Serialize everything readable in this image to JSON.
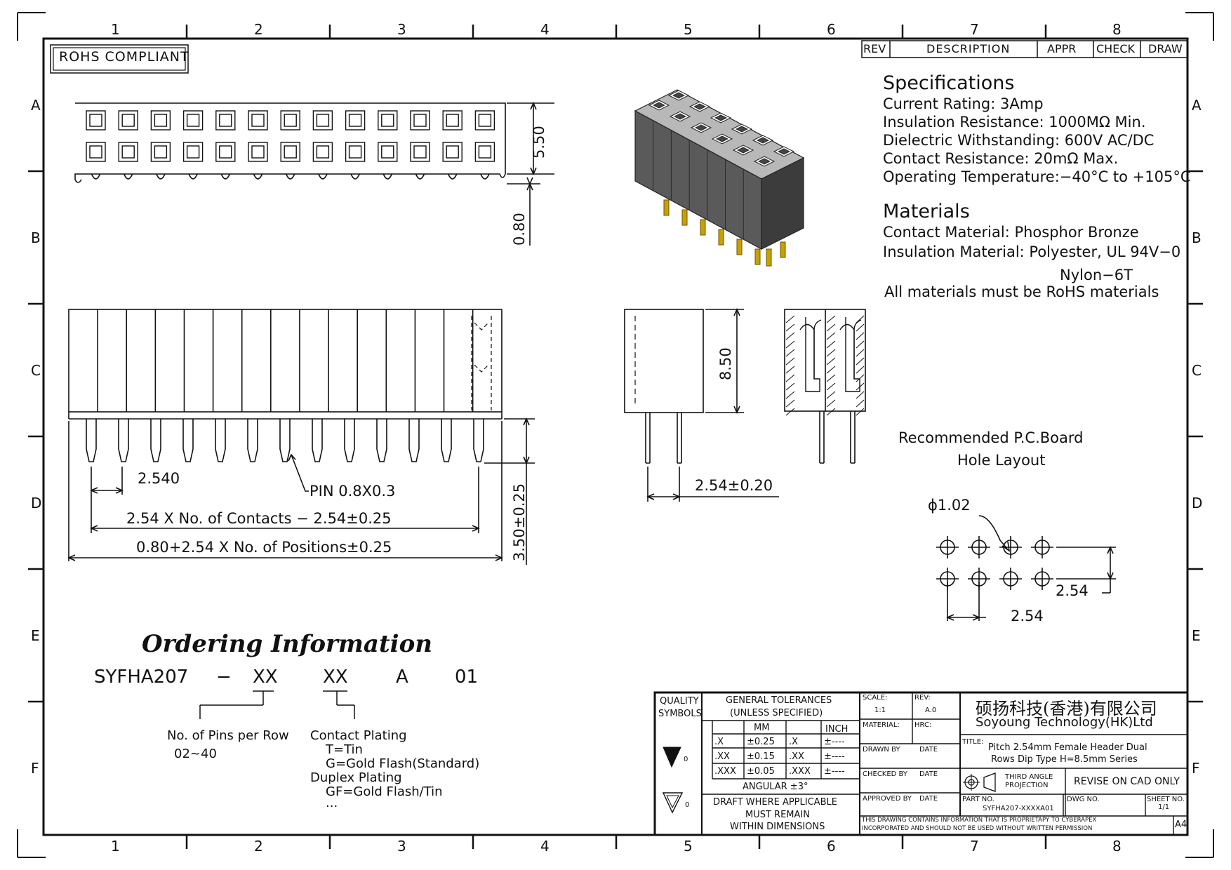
{
  "border": {
    "columns": [
      "1",
      "2",
      "3",
      "4",
      "5",
      "6",
      "7",
      "8"
    ],
    "rows": [
      "A",
      "B",
      "C",
      "D",
      "E",
      "F"
    ]
  },
  "rohs_label": "ROHS COMPLIANT",
  "revision_table": {
    "rev": "REV",
    "description": "DESCRIPTION",
    "appr": "APPR",
    "check": "CHECK",
    "draw": "DRAW"
  },
  "specifications": {
    "title": "Specifications",
    "current_rating": "Current Rating:   3Amp",
    "insulation_resistance": "Insulation Resistance: 1000MΩ Min.",
    "dielectric": "Dielectric Withstanding:   600V AC/DC",
    "contact_resistance": "Contact Resistance:   20mΩ Max.",
    "operating_temp": "Operating Temperature:−40°C to +105°C"
  },
  "materials": {
    "title": "Materials",
    "contact": "Contact Material: Phosphor Bronze",
    "insulation": "Insulation Material: Polyester, UL 94V−0",
    "nylon": "Nylon−6T",
    "rohs": "All materials must be RoHS materials"
  },
  "dimensions": {
    "height_top": "5.50",
    "offset": "0.80",
    "pitch": "2.540",
    "pin": "PIN 0.8X0.3",
    "contacts": "2.54 X No. of Contacts − 2.54±0.25",
    "positions": "0.80+2.54 X No. of Positions±0.25",
    "tail": "3.50±0.25",
    "body_height": "8.50",
    "row_pitch": "2.54±0.20"
  },
  "pcb": {
    "title_line1": "Recommended P.C.Board",
    "title_line2": "Hole Layout",
    "hole": "ϕ1.02",
    "pitch_v": "2.54",
    "pitch_h": "2.54"
  },
  "ordering": {
    "title": "Ordering Information",
    "code": "SYFHA207",
    "dash": "−",
    "xx1": "XX",
    "xx2": "XX",
    "a": "A",
    "n01": "01",
    "pins_label": "No. of Pins per Row",
    "pins_range": "02~40",
    "plating_label": "Contact Plating",
    "tin": "T=Tin",
    "gold": "G=Gold Flash(Standard)",
    "duplex": "Duplex Plating",
    "gf": "GF=Gold Flash/Tin",
    "more": "..."
  },
  "title_block": {
    "quality": "QUALITY",
    "symbols": "SYMBOLS",
    "general_tol": "GENERAL TOLERANCES",
    "unless": "(UNLESS SPECIFIED)",
    "mm": "MM",
    "inch": "INCH",
    "tol_rows": [
      {
        "k": ".X",
        "mm": "±0.25",
        "ik": ".X",
        "in": "±----"
      },
      {
        "k": ".XX",
        "mm": "±0.15",
        "ik": ".XX",
        "in": "±----"
      },
      {
        "k": ".XXX",
        "mm": "±0.05",
        "ik": ".XXX",
        "in": "±----"
      }
    ],
    "angular": "ANGULAR ±3°",
    "draft1": "DRAFT WHERE APPLICABLE",
    "draft2": "MUST REMAIN",
    "draft3": "WITHIN DIMENSIONS",
    "sym1": "0",
    "sym2": "0",
    "scale_label": "SCALE:",
    "scale": "1:1",
    "rev_label": "REV:",
    "rev": "A.0",
    "material_label": "MATERIAL:",
    "hrc_label": "HRC:",
    "drawn_by": "DRAWN BY",
    "checked_by": "CHECKED BY",
    "approved_by": "APPROVED BY",
    "date": "DATE",
    "company_cn": "硕扬科技(香港)有限公司",
    "company_en": "Soyoung Technology(HK)Ltd",
    "title_label": "TITLE:",
    "title1": "Pitch 2.54mm Female Header Dual",
    "title2": "Rows Dip Type H=8.5mm Series",
    "projection1": "THIRD ANGLE",
    "projection2": "PROJECTION",
    "revise": "REVISE ON CAD ONLY",
    "part_no_label": "PART NO.",
    "part_no": "SYFHA207-XXXXA01",
    "dwg_no_label": "DWG NO.",
    "sheet_no_label": "SHEET NO.",
    "sheet_no": "1/1",
    "notice1": "THIS DRAWING CONTAINS INFORMATION THAT IS PROPRIETAPY TO CYBERAPEX",
    "notice2": "INCORPORATED AND SHOULD NOT BE USED WITHOUT WRITTEN PERMISSION",
    "size": "A4"
  }
}
